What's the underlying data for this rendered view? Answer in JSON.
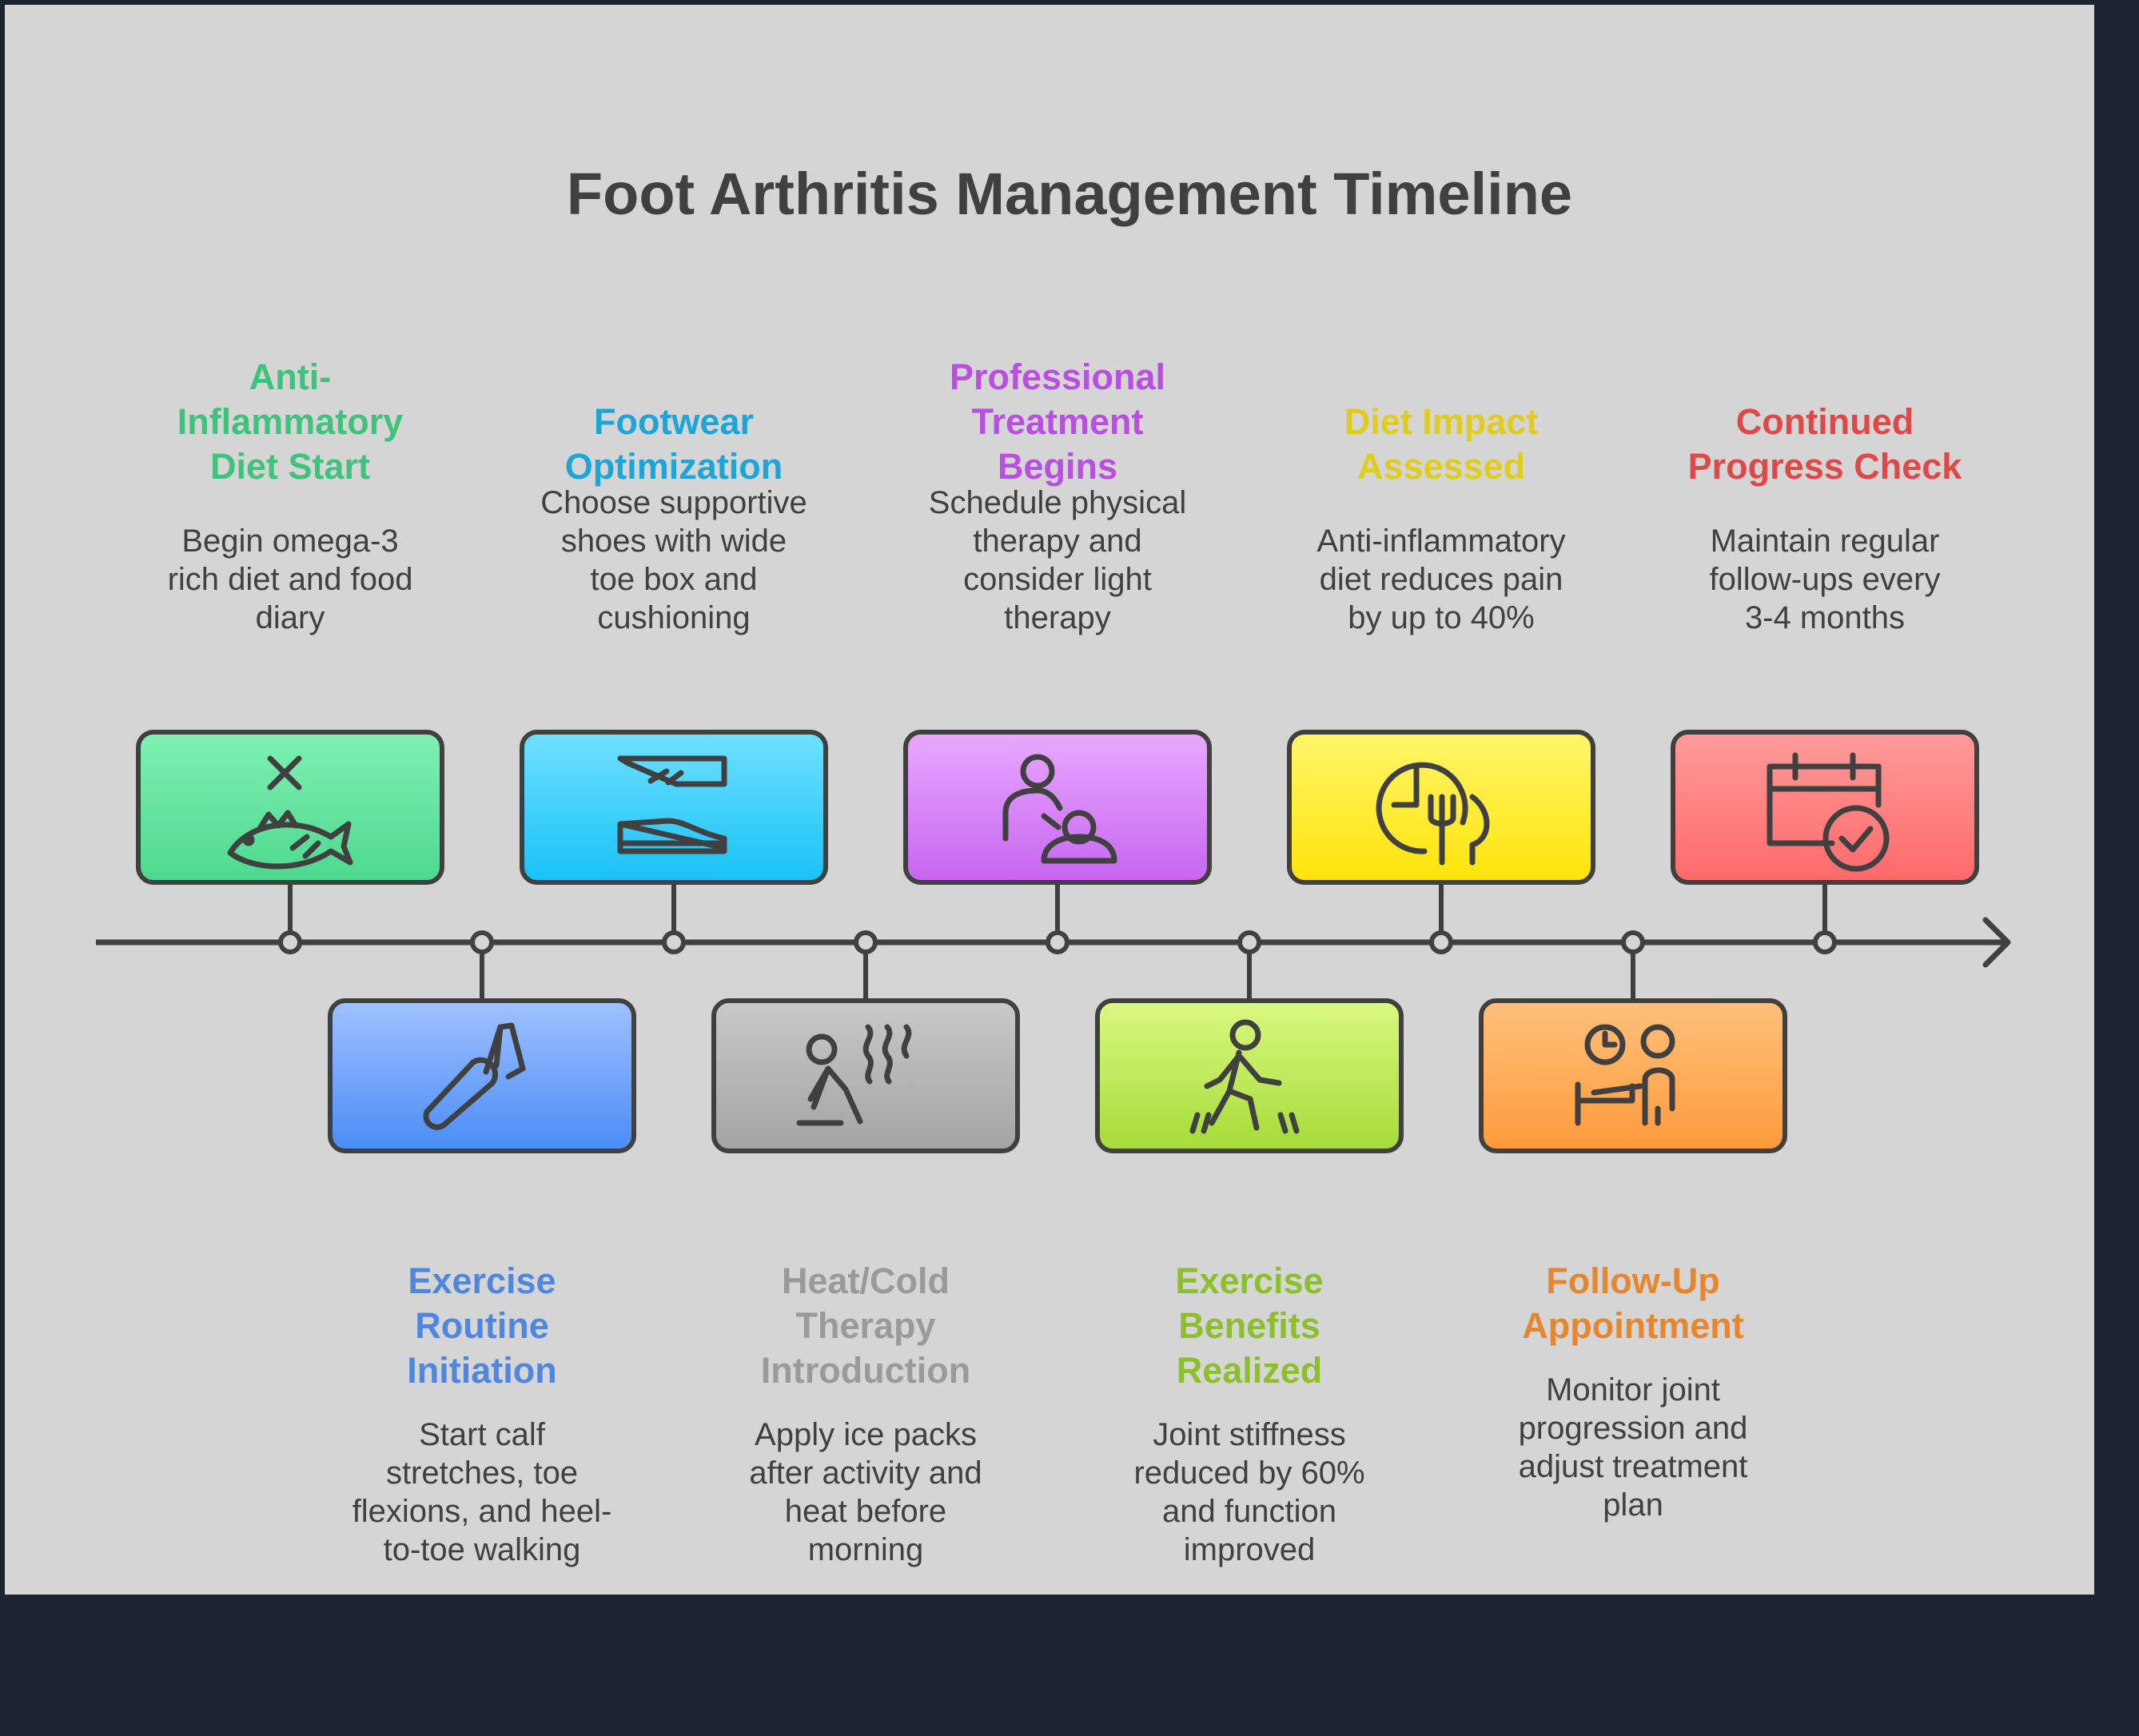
{
  "title": "Foot Arthritis Management Timeline",
  "milestones": [
    {
      "heading": "Anti-\nInflammatory\nDiet Start",
      "description": "Begin omega-3\nrich diet and food\ndiary",
      "color": "#3fc37a",
      "gradient": [
        "#7ff0b0",
        "#4ed98f"
      ],
      "icon": "fish-cross-icon"
    },
    {
      "heading": "Exercise\nRoutine\nInitiation",
      "description": "Start calf\nstretches, toe\nflexions, and heel-\nto-toe walking",
      "color": "#4f86e0",
      "gradient": [
        "#9ec0ff",
        "#4c8df5"
      ],
      "icon": "stretch-band-icon"
    },
    {
      "heading": "Footwear\nOptimization",
      "description": "Choose supportive\nshoes with wide\ntoe box and\ncushioning",
      "color": "#1aa6d9",
      "gradient": [
        "#6fe0ff",
        "#19c2f5"
      ],
      "icon": "shoes-icon"
    },
    {
      "heading": "Heat/Cold\nTherapy\nIntroduction",
      "description": "Apply ice packs\nafter activity and\nheat before\nmorning",
      "color": "#9a9a9a",
      "gradient": [
        "#c8c8c8",
        "#a4a4a4"
      ],
      "icon": "heat-therapy-icon"
    },
    {
      "heading": "Professional\nTreatment\nBegins",
      "description": "Schedule physical\ntherapy and\nconsider light\ntherapy",
      "color": "#b84fe0",
      "gradient": [
        "#e8a8ff",
        "#c766f0"
      ],
      "icon": "physiotherapy-icon"
    },
    {
      "heading": "Exercise\nBenefits\nRealized",
      "description": "Joint stiffness\nreduced by 60%\nand function\nimproved",
      "color": "#8cc02a",
      "gradient": [
        "#d9f880",
        "#a6dc3a"
      ],
      "icon": "walking-person-icon"
    },
    {
      "heading": "Diet Impact\nAssessed",
      "description": "Anti-inflammatory\ndiet reduces pain\nby up to 40%",
      "color": "#e0cc1a",
      "gradient": [
        "#fff56a",
        "#ffe40a"
      ],
      "icon": "clock-fork-icon"
    },
    {
      "heading": "Follow-Up\nAppointment",
      "description": "Monitor joint\nprogression and\nadjust treatment\nplan",
      "color": "#e6862f",
      "gradient": [
        "#ffc07a",
        "#ff9a3c"
      ],
      "icon": "appointment-icon"
    },
    {
      "heading": "Continued\nProgress Check",
      "description": "Maintain regular\nfollow-ups every\n3-4 months",
      "color": "#e04848",
      "gradient": [
        "#ff9a9a",
        "#ff6a6a"
      ],
      "icon": "calendar-check-icon"
    }
  ]
}
